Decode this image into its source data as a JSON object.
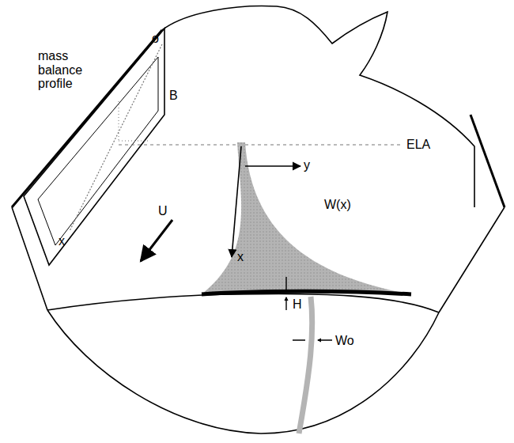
{
  "diagram": {
    "labels": [
      "mass balance profile",
      "o",
      "B",
      "x",
      "ELA",
      "U",
      "y",
      "x",
      "W(x)",
      "H",
      "Wo"
    ]
  }
}
